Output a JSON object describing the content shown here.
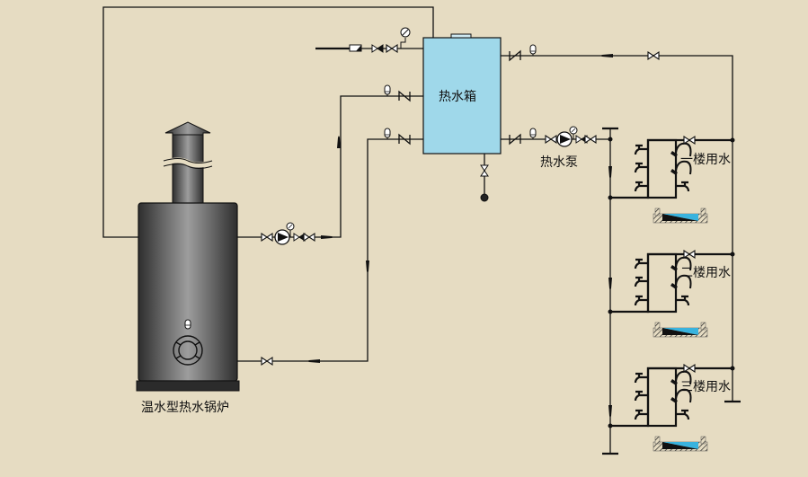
{
  "diagram": {
    "title": "温水型热水锅炉系统示意图",
    "labels": {
      "boiler": "温水型热水锅炉",
      "tank": "热水箱",
      "pump": "热水泵",
      "floor1": "一楼用水",
      "floor2": "二楼用水",
      "floor3": "三楼用水"
    },
    "colors": {
      "background": "#e6dcc2",
      "tank_fill": "#9fd8ea",
      "pipe": "#111111",
      "boiler_dark": "#3a3a3a",
      "boiler_light": "#9a9a9a",
      "basin_water": "#39b3de"
    },
    "components": [
      {
        "id": "boiler",
        "type": "hot-water-boiler"
      },
      {
        "id": "chimney",
        "type": "chimney"
      },
      {
        "id": "hot-water-tank",
        "type": "tank"
      },
      {
        "id": "boiler-circulation-pump",
        "type": "pump"
      },
      {
        "id": "hot-water-pump",
        "type": "pump"
      },
      {
        "id": "floor-1-fixtures",
        "type": "fixture-group"
      },
      {
        "id": "floor-2-fixtures",
        "type": "fixture-group"
      },
      {
        "id": "floor-3-fixtures",
        "type": "fixture-group"
      }
    ]
  }
}
